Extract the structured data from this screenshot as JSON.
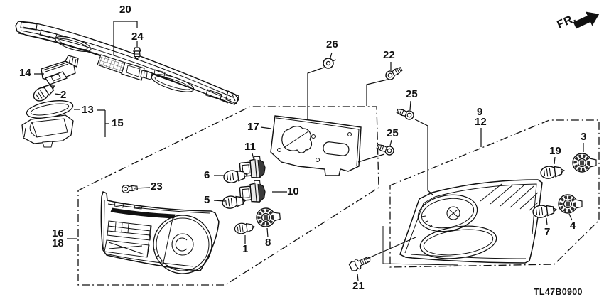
{
  "diagram": {
    "code": "TL47B0900",
    "direction_indicator": "FR.",
    "labels": {
      "p1": "1",
      "p2": "2",
      "p3": "3",
      "p4": "4",
      "p5": "5",
      "p6": "6",
      "p7": "7",
      "p8": "8",
      "p9": "9",
      "p10": "10",
      "p11": "11",
      "p12": "12",
      "p13": "13",
      "p14": "14",
      "p15": "15",
      "p16": "16",
      "p17": "17",
      "p18": "18",
      "p19": "19",
      "p20": "20",
      "p21": "21",
      "p22": "22",
      "p23": "23",
      "p24": "24",
      "p25a": "25",
      "p25b": "25",
      "p26": "26"
    }
  }
}
